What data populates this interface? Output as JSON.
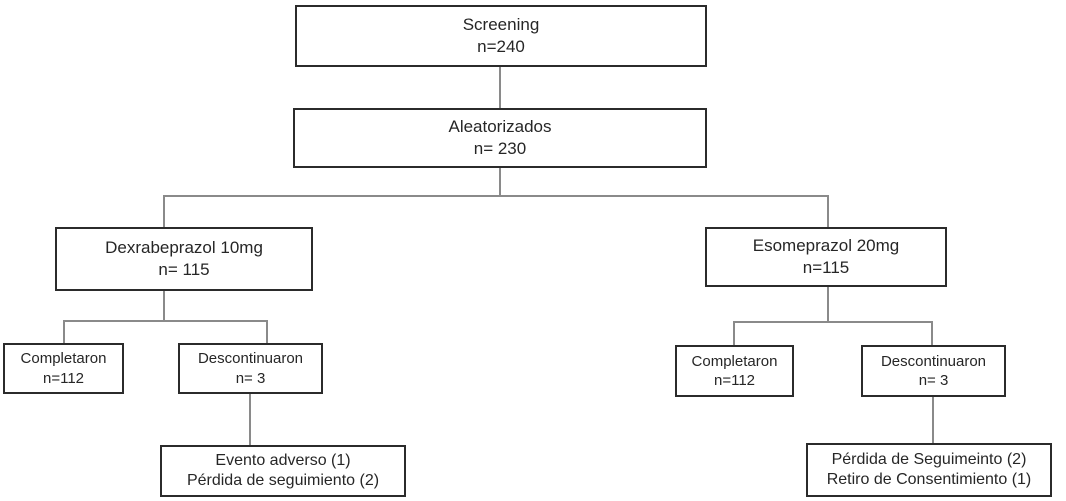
{
  "diagram": {
    "type": "consort-flowchart",
    "boxes": {
      "screening": {
        "line1": "Screening",
        "line2": "n=240"
      },
      "randomized": {
        "line1": "Aleatorizados",
        "line2": "n= 230"
      },
      "arm_left": {
        "line1": "Dexrabeprazol 10mg",
        "line2": "n= 115"
      },
      "arm_right": {
        "line1": "Esomeprazol 20mg",
        "line2": "n=115"
      },
      "completed_left": {
        "line1": "Completaron",
        "line2": "n=112"
      },
      "discontinued_left": {
        "line1": "Descontinuaron",
        "line2": "n= 3"
      },
      "reasons_left": {
        "line1": "Evento adverso (1)",
        "line2": "Pérdida de seguimiento (2)"
      },
      "completed_right": {
        "line1": "Completaron",
        "line2": "n=112"
      },
      "discontinued_right": {
        "line1": "Descontinuaron",
        "line2": "n= 3"
      },
      "reasons_right": {
        "line1": "Pérdida de Seguimeinto (2)",
        "line2": "Retiro de Consentimiento (1)"
      }
    },
    "edges": [
      {
        "from": "screening",
        "to": "randomized"
      },
      {
        "from": "randomized",
        "to": "arm_left"
      },
      {
        "from": "randomized",
        "to": "arm_right"
      },
      {
        "from": "arm_left",
        "to": "completed_left"
      },
      {
        "from": "arm_left",
        "to": "discontinued_left"
      },
      {
        "from": "discontinued_left",
        "to": "reasons_left"
      },
      {
        "from": "arm_right",
        "to": "completed_right"
      },
      {
        "from": "arm_right",
        "to": "discontinued_right"
      },
      {
        "from": "discontinued_right",
        "to": "reasons_right"
      }
    ],
    "colors": {
      "background": "#ffffff",
      "box_fill": "#ffffff",
      "box_border": "#2b2b2b",
      "connector": "#8a8a8a",
      "text": "#262626"
    }
  }
}
